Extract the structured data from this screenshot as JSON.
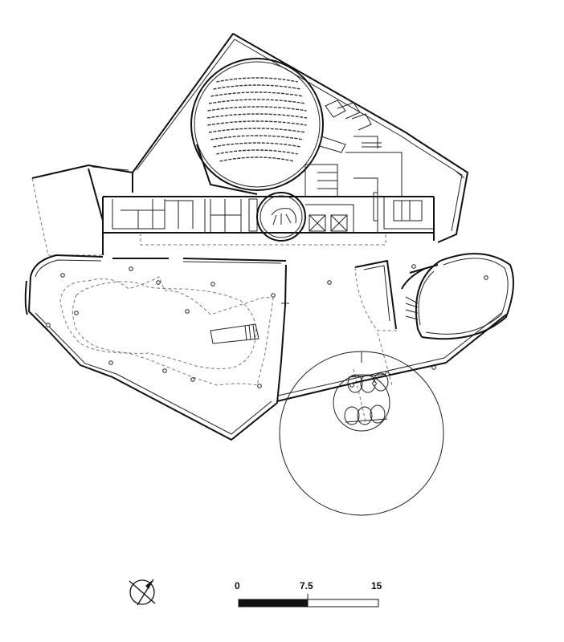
{
  "scale_bar": {
    "labels": [
      "0",
      "7.5",
      "15"
    ]
  },
  "icons": {
    "north_arrow": "north-arrow-icon"
  }
}
